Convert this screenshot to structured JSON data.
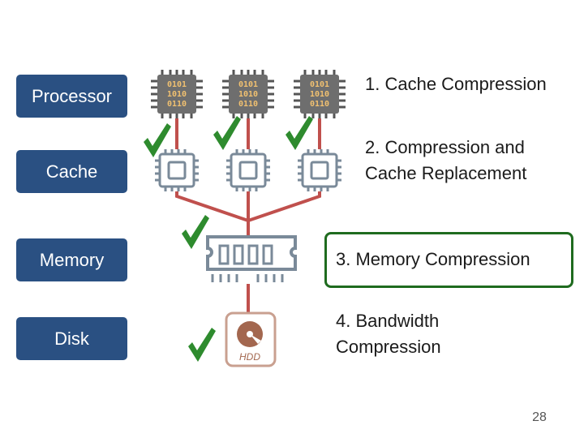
{
  "labels": {
    "processor": "Processor",
    "cache": "Cache",
    "memory": "Memory",
    "disk": "Disk"
  },
  "techniques": {
    "item1": "1. Cache Compression",
    "item2_line1": "2. Compression and",
    "item2_line2": "Cache Replacement",
    "item3": "3. Memory Compression",
    "item4_line1": "4. Bandwidth",
    "item4_line2": "Compression"
  },
  "chip_text": {
    "line1": "0101",
    "line2": "1010",
    "line3": "0110"
  },
  "hdd_label": "HDD",
  "page_number": "28",
  "icons": {
    "processor": "cpu-chip-icon",
    "cache": "cache-chip-icon",
    "memory": "ram-module-icon",
    "disk": "hard-disk-icon",
    "check": "checkmark-icon"
  },
  "colors": {
    "label_bg": "#2a5082",
    "connector": "#c0504d",
    "check": "#2e8b2e",
    "highlight_border": "#1f6b1f",
    "chip_body": "#6e6e6e",
    "cache_gray": "#7a8a99",
    "hdd_brown": "#a3674f"
  }
}
